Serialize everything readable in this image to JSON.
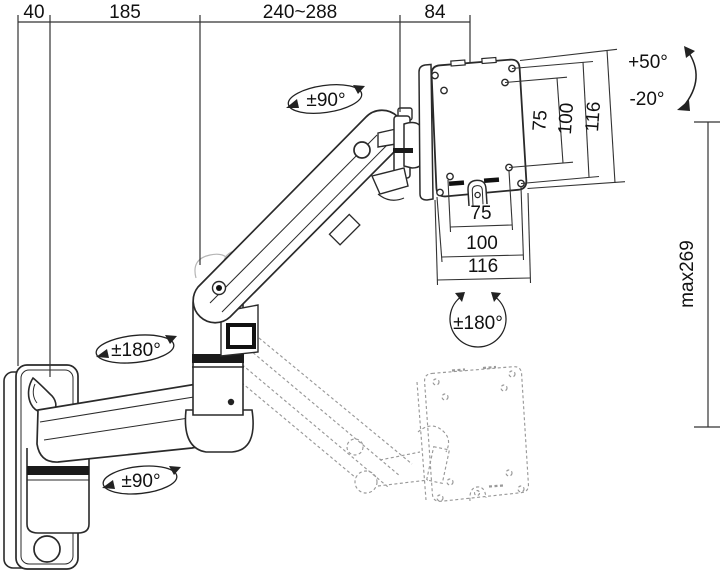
{
  "top_dimensions": {
    "segments": [
      "40",
      "185",
      "240~288",
      "84"
    ]
  },
  "height_dimension": {
    "max": "max269"
  },
  "tilt": {
    "up": "+50°",
    "down": "-20°"
  },
  "rotation": {
    "head_swivel": "±90°",
    "elbow_swivel": "±180°",
    "wall_swivel": "±90°",
    "plate_rotation": "±180°"
  },
  "vesa": {
    "vertical": [
      "75",
      "100",
      "116"
    ],
    "horizontal": [
      "75",
      "100",
      "116"
    ]
  },
  "colors": {
    "line": "#2a2a2a",
    "dimension_line": "#333333",
    "ghost": "#999999",
    "ghost_light": "#b5b5b5",
    "background": "#ffffff"
  }
}
